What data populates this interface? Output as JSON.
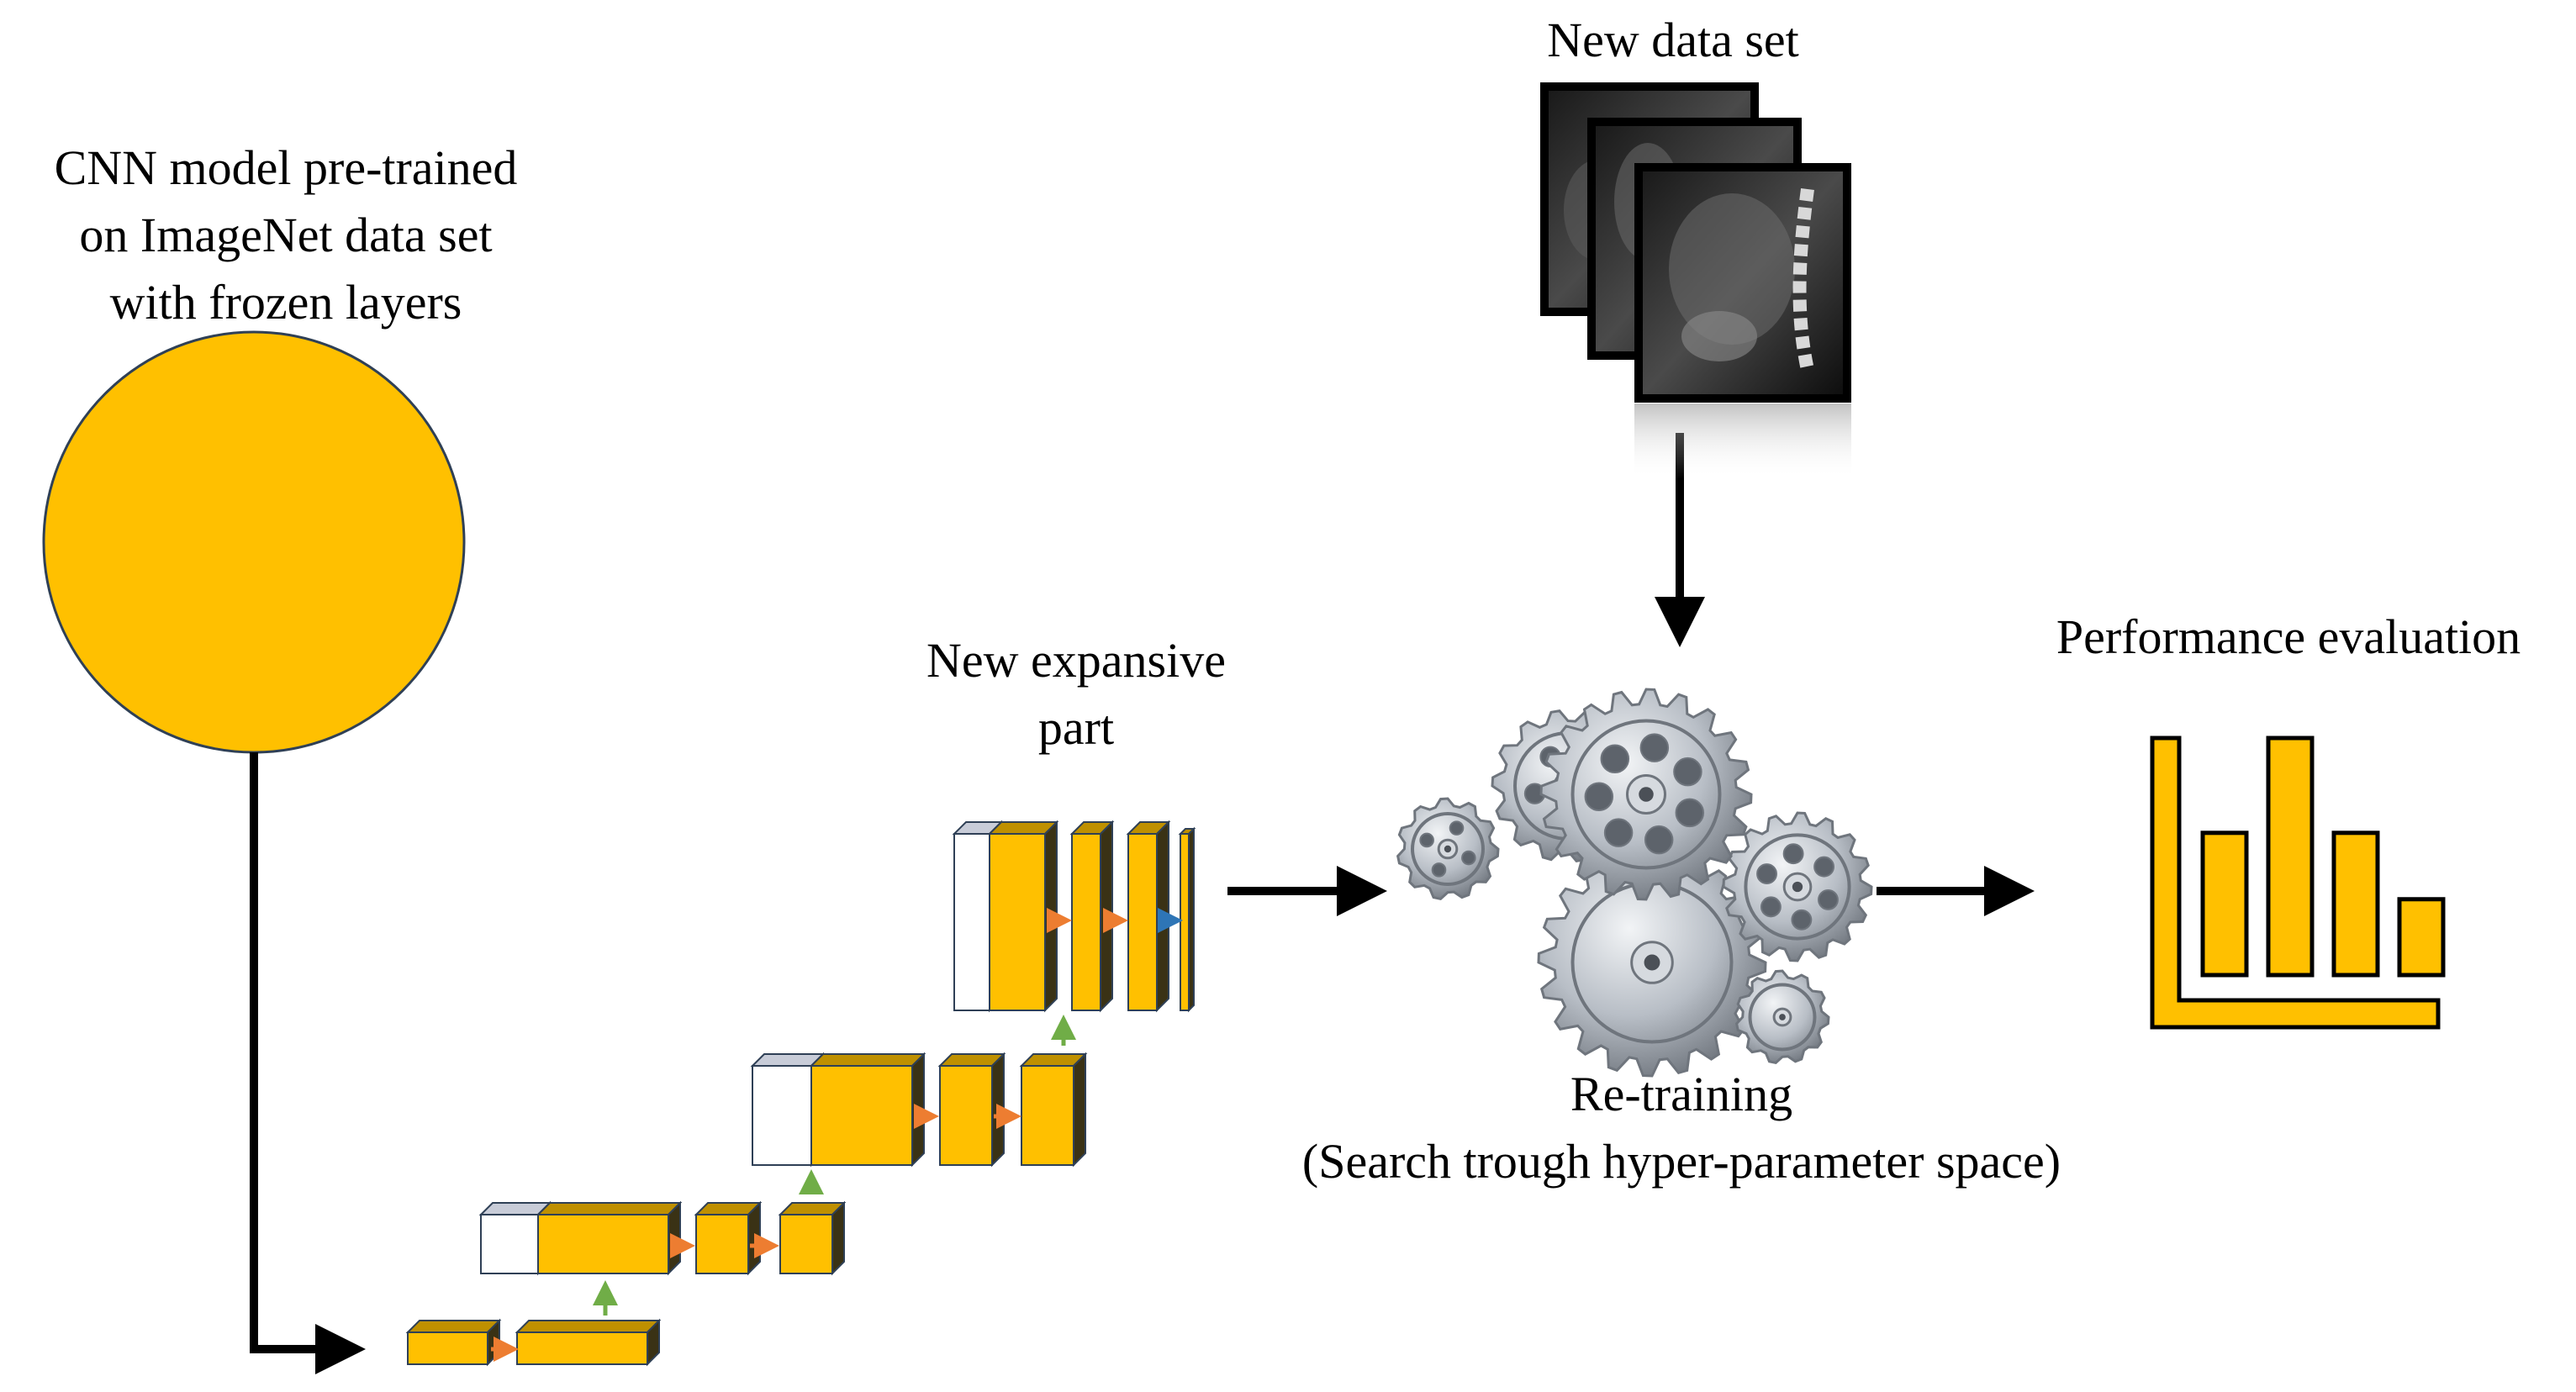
{
  "labels": {
    "cnn_model": [
      "CNN model pre-trained",
      "on ImageNet data set",
      "with frozen layers"
    ],
    "new_dataset": "New data set",
    "expansive_part": [
      "New expansive",
      "part"
    ],
    "retraining": [
      "Re-training",
      "(Search trough hyper-parameter space)"
    ],
    "performance": "Performance evaluation"
  },
  "colors": {
    "block_fill": "#FFC000",
    "block_top": "#BF9000",
    "block_side": "#3A3215",
    "white_block_top": "#C8CCD8",
    "stroke": "#000000",
    "forward_arrow": "#ED7D31",
    "up_arrow": "#70AD47",
    "output_arrow": "#2E75B6",
    "gear_metal": "#B8BEC6",
    "gear_dark": "#6F757D"
  },
  "icons": {
    "dataset": "ct-scan-stack-icon",
    "retraining": "gears-icon",
    "performance": "bar-chart-icon"
  },
  "bar_chart": {
    "values": [
      3,
      5,
      3,
      1.6
    ],
    "max": 5
  }
}
